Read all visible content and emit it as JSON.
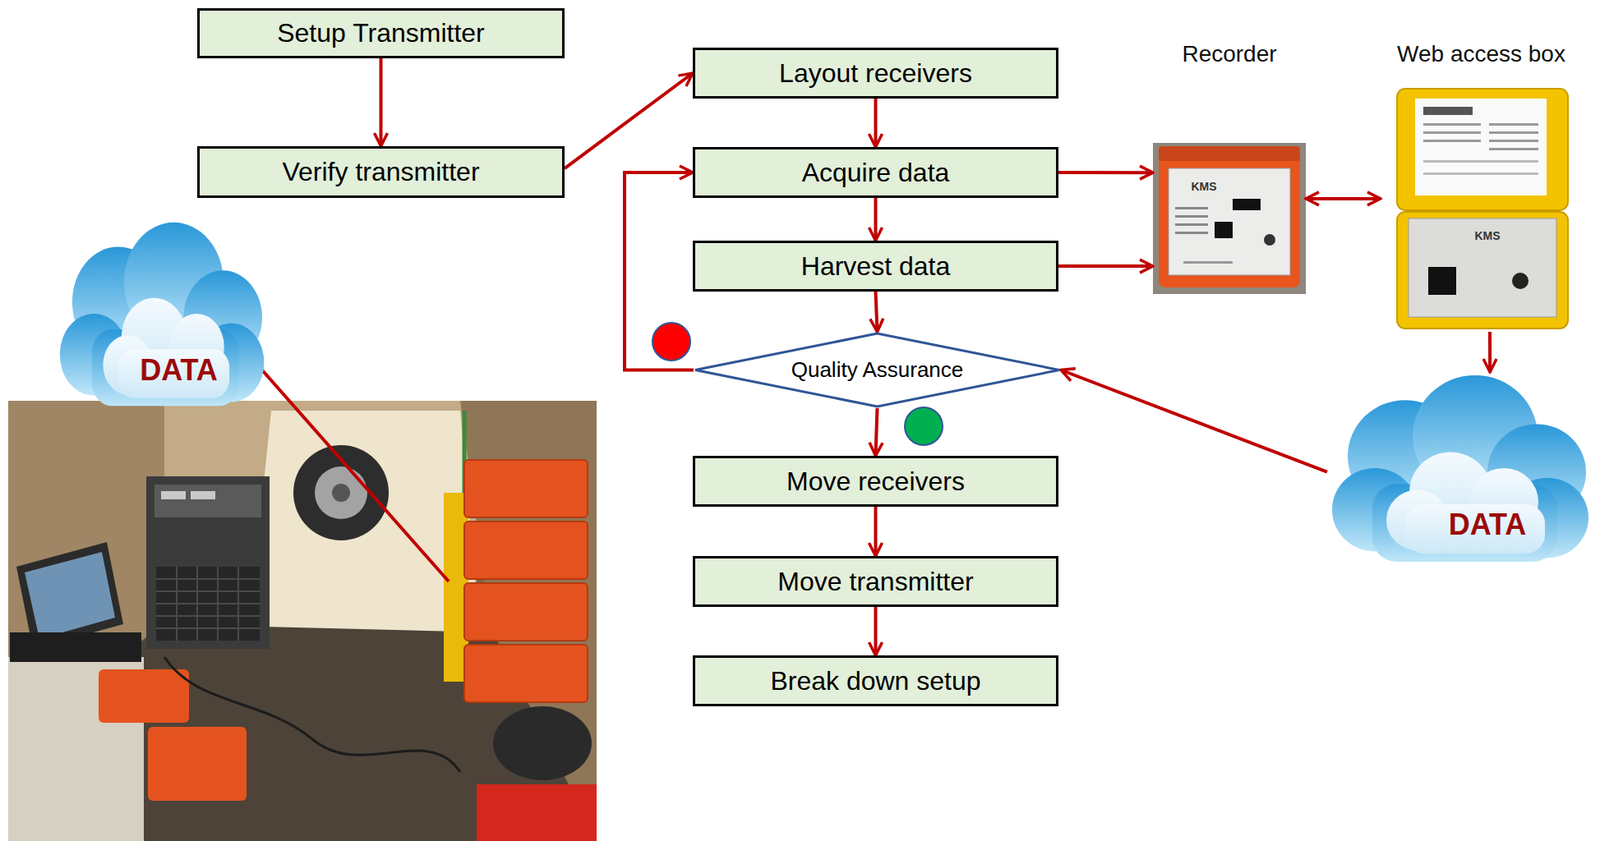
{
  "diagram": {
    "nodes": [
      {
        "text": [
          "Setup Transmitter"
        ]
      },
      {
        "text": [
          "Verify transmitter"
        ]
      },
      {
        "text": [
          "Layout receivers"
        ]
      },
      {
        "text": [
          "Acquire data"
        ]
      },
      {
        "text": [
          "Harvest data"
        ]
      },
      {
        "text": [
          "Quality Assurance"
        ]
      },
      {
        "text": [
          "Move receivers"
        ]
      },
      {
        "text": [
          "Move transmitter"
        ]
      },
      {
        "text": [
          "Break down setup"
        ]
      },
      {
        "text": [
          "Recorder"
        ]
      },
      {
        "text": [
          "Web access box"
        ]
      },
      {
        "text": [
          "DATA"
        ]
      },
      {
        "text": [
          "DATA"
        ]
      }
    ],
    "edges": [
      {
        "from": 0,
        "to": 1,
        "arrow": "to"
      },
      {
        "from": 1,
        "to": 2,
        "arrow": "to"
      },
      {
        "from": 2,
        "to": 3,
        "arrow": "to"
      },
      {
        "from": 3,
        "to": 4,
        "arrow": "to"
      },
      {
        "from": 4,
        "to": 5,
        "arrow": "to"
      },
      {
        "from": 5,
        "to": 3,
        "arrow": "to"
      },
      {
        "from": 5,
        "to": 6,
        "arrow": "to"
      },
      {
        "from": 6,
        "to": 7,
        "arrow": "to"
      },
      {
        "from": 7,
        "to": 8,
        "arrow": "to"
      },
      {
        "from": 3,
        "to": 9,
        "arrow": "to"
      },
      {
        "from": 4,
        "to": 9,
        "arrow": "to"
      },
      {
        "from": 9,
        "to": 10,
        "arrow": "both"
      },
      {
        "from": 10,
        "to": 11,
        "arrow": "to"
      },
      {
        "from": 11,
        "to": 5,
        "arrow": "to"
      }
    ],
    "labels": [
      "KMS",
      "KMS"
    ]
  }
}
